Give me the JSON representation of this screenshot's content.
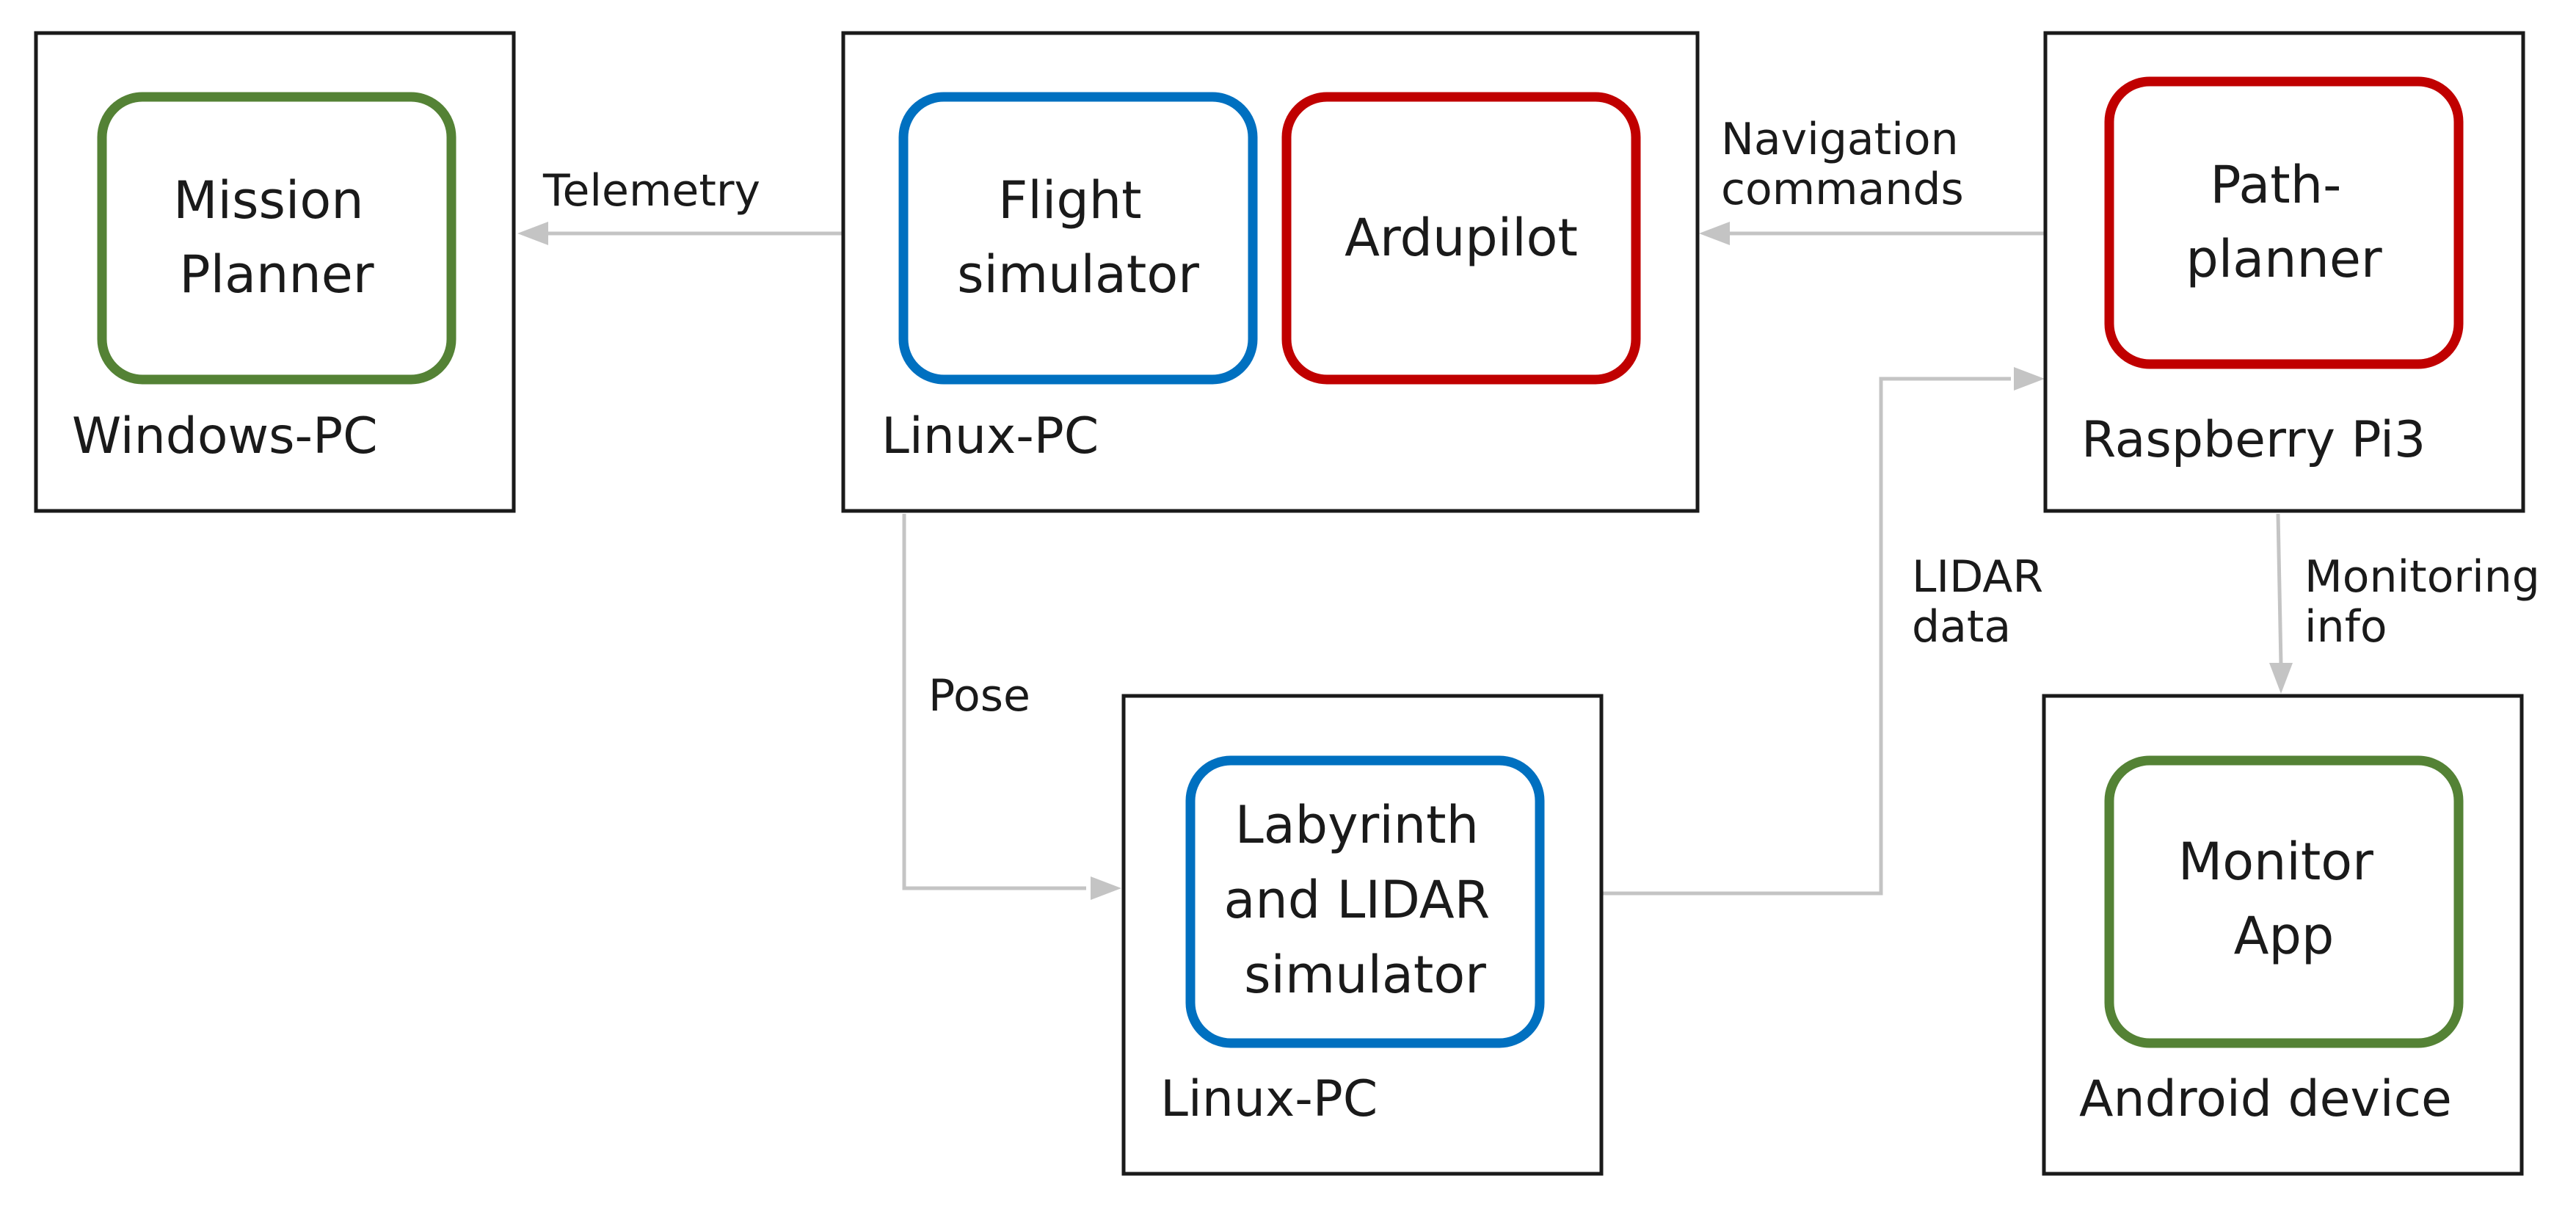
{
  "diagram": {
    "hosts": {
      "windows_pc": "Windows-PC",
      "linux_pc_sim": "Linux-PC",
      "raspberry": "Raspberry Pi3",
      "linux_pc_lab": "Linux-PC",
      "android": "Android device"
    },
    "components": {
      "mission_planner": [
        "Mission",
        "Planner"
      ],
      "flight_simulator": [
        "Flight",
        "simulator"
      ],
      "ardupilot": [
        "Ardupilot"
      ],
      "path_planner": [
        "Path-",
        "planner"
      ],
      "labyrinth": [
        "Labyrinth",
        "and LIDAR",
        "simulator"
      ],
      "monitor_app": [
        "Monitor",
        "App"
      ]
    },
    "edges": {
      "telemetry": [
        "Telemetry"
      ],
      "navigation": [
        "Navigation",
        "commands"
      ],
      "pose": [
        "Pose"
      ],
      "lidar": [
        "LIDAR",
        "data"
      ],
      "monitoring": [
        "Monitoring",
        "info"
      ]
    },
    "colors": {
      "host_border": "#1a1a1a",
      "connector": "#c4c4c4",
      "green": "#548235",
      "blue": "#0070c0",
      "red": "#c00000"
    }
  }
}
